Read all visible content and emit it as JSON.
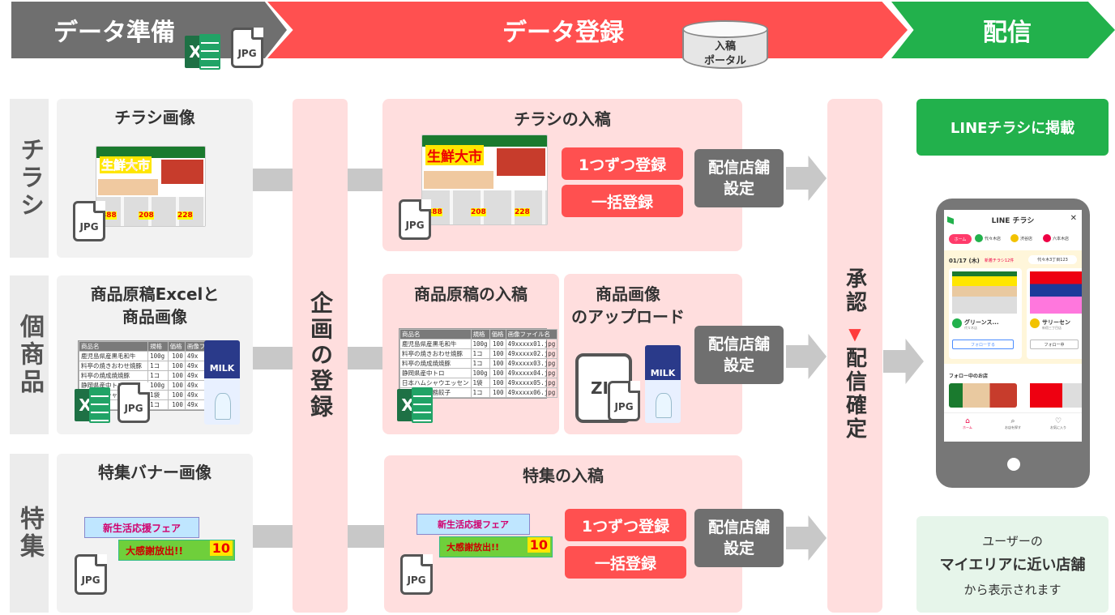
{
  "header": {
    "stage1": "データ準備",
    "stage2": "データ登録",
    "stage3": "配信",
    "db_label_1": "入稿",
    "db_label_2": "ポータル"
  },
  "rows": {
    "flyer": "チラシ",
    "item": "個商品",
    "feature": "特集"
  },
  "prep": {
    "flyer_title": "チラシ画像",
    "item_title_1": "商品原稿Excelと",
    "item_title_2": "商品画像",
    "feature_title": "特集バナー画像"
  },
  "plan_column": "企画の登録",
  "approval_column_1": "承認",
  "approval_marker": "▼",
  "approval_column_2": "配信確定",
  "register": {
    "flyer_title": "チラシの入稿",
    "item_title": "商品原稿の入稿",
    "item_image_title_1": "商品画像",
    "item_image_title_2": "のアップロード",
    "feature_title": "特集の入稿",
    "one_by_one": "1つずつ登録",
    "bulk": "一括登録",
    "store_setting_1": "配信店舗",
    "store_setting_2": "設定"
  },
  "delivery": {
    "line_badge": "LINEチラシに掲載",
    "note_1": "ユーザーの",
    "note_2": "マイエリアに近い店舗",
    "note_3": "から表示されます"
  },
  "icons": {
    "jpg": "JPG",
    "xl": "X",
    "zip": "ZI"
  },
  "flyer_art": {
    "headline": "生鮮大市",
    "prices": [
      "388",
      "208",
      "228"
    ]
  },
  "banner_art": {
    "top": "新生活応援フェア",
    "bottom": "大感謝放出!!",
    "ten": "10"
  },
  "milk_label": "MILK",
  "spreadsheet": {
    "headers": [
      "商品名",
      "規格",
      "価格",
      "画像ファイル名"
    ],
    "rows_left": [
      [
        "鹿児島県産黒毛和牛",
        "100g",
        "100",
        "49x"
      ],
      [
        "料亭の焼きおわせ焼豚",
        "1コ",
        "100",
        "49x"
      ],
      [
        "料亭の焼成焼焼豚",
        "1コ",
        "100",
        "49x"
      ],
      [
        "静岡県産中トロ",
        "100g",
        "100",
        "49x"
      ],
      [
        "日本ハムシャ",
        "1袋",
        "100",
        "49x"
      ],
      [
        "ニチレイ",
        "1コ",
        "100",
        "49x"
      ]
    ],
    "rows_right": [
      [
        "鹿児島県産黒毛和牛",
        "100g",
        "100",
        "49xxxxx01.jpg"
      ],
      [
        "料亭の焼きおわせ焼豚",
        "1コ",
        "100",
        "49xxxxx02.jpg"
      ],
      [
        "料亭の焼成焼焼豚",
        "1コ",
        "100",
        "49xxxxx03.jpg"
      ],
      [
        "静岡県産中トロ",
        "100g",
        "100",
        "49xxxxx04.jpg"
      ],
      [
        "日本ハムシャウエッセン",
        "1袋",
        "100",
        "49xxxxx05.jpg"
      ],
      [
        "ニチレイ業務餃子",
        "1コ",
        "100",
        "49xxxxx06.jpg"
      ]
    ]
  },
  "phone": {
    "title": "LINE チラシ",
    "close": "✕",
    "tab_home": "ホーム",
    "store_1": "代々木店",
    "store_2": "渋谷店",
    "store_3": "六本木店",
    "date": "01/17 (木)",
    "new_count": "新着チラシ12件",
    "location": "代々木3丁目123",
    "card1_name": "グリーンス...",
    "card1_sub": "代々木店",
    "card2_name": "サリーセン",
    "card2_sub": "新宿三丁目店",
    "follow": "フォローする",
    "following": "フォロー中",
    "section": "フォロー中のお店",
    "nav_home": "ホーム",
    "nav_search": "お店を探す",
    "nav_fav": "お気に入り"
  },
  "colors": {
    "red": "#ff5050",
    "gray": "#6f6f6f",
    "green": "#22b14c",
    "pink": "#ffdede"
  }
}
